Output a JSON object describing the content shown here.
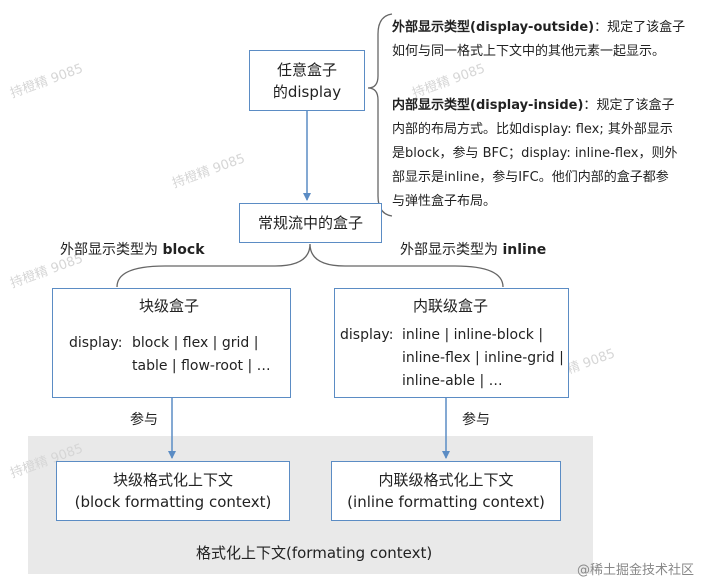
{
  "root_box": {
    "line1": "任意盒子",
    "line2": "的display"
  },
  "outside_note": {
    "label": "外部显示类型(display-outside)",
    "sep": "：",
    "text_a": "规定了该盒子",
    "text_b": "如何与同一格式上下文中的其他元素一起显示。"
  },
  "inside_note": {
    "label": "内部显示类型(display-inside)",
    "sep": "：",
    "lines": [
      "规定了该盒子",
      "内部的布局方式。比如display: flex; 其外部显示",
      "是block，参与 BFC；display: inline-flex，则外",
      "部显示是inline，参与IFC。他们内部的盒子都参",
      "与弹性盒子布局。"
    ]
  },
  "flow_box": {
    "label": "常规流中的盒子"
  },
  "block_branch": {
    "prefix": "外部显示类型为 ",
    "keyword": "block"
  },
  "inline_branch": {
    "prefix": "外部显示类型为 ",
    "keyword": "inline"
  },
  "block_box": {
    "title": "块级盒子",
    "prop": "display:",
    "line1": "block | flex | grid |",
    "line2": "table | flow-root | …"
  },
  "inline_box": {
    "title": "内联级盒子",
    "prop": "display:",
    "line1": "inline | inline-block |",
    "line2": "inline-flex | inline-grid |",
    "line3": "inline-able | …"
  },
  "participate_left": "参与",
  "participate_right": "参与",
  "bfc_box": {
    "line1": "块级格式化上下文",
    "line2": "(block formatting context)"
  },
  "ifc_box": {
    "line1": "内联级格式化上下文",
    "line2": "(inline formatting context)"
  },
  "fc_label": "格式化上下文(formating context)",
  "watermark_credit": "@稀土掘金技术社区",
  "watermark_text": "持橙精 9085",
  "colors": {
    "border": "#5b8cc4",
    "arrow": "#5b8cc4",
    "panel": "#e9e9e9"
  }
}
